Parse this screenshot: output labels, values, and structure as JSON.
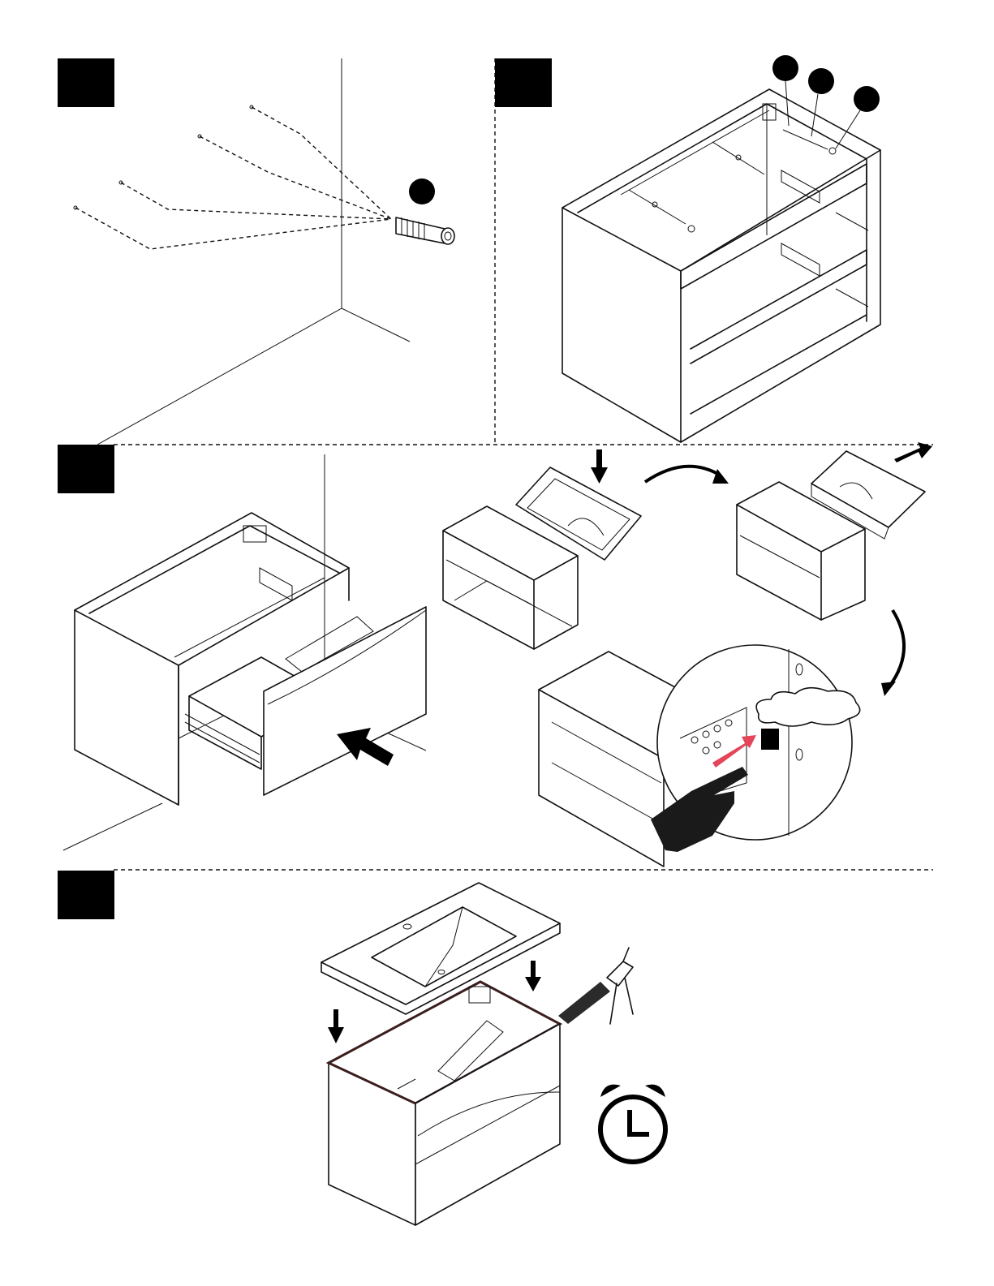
{
  "panels": [
    {
      "id": "wall-anchor"
    },
    {
      "id": "cabinet-frame-hardware"
    },
    {
      "id": "drawer-install"
    },
    {
      "id": "countertop-mount"
    }
  ],
  "icons": {
    "step_badge": "black-square-icon",
    "part_callout": "black-circle-icon",
    "insert_arrow": "arrow-icon",
    "rotate_arrow": "curved-arrow-icon",
    "press_hand": "hand-icon",
    "push_indicator": "red-arrow-icon",
    "sealant": "caulk-gun-icon",
    "wait": "alarm-clock-icon"
  },
  "colors": {
    "ink": "#111111",
    "background": "#ffffff",
    "push_indicator": "#e5455a"
  }
}
